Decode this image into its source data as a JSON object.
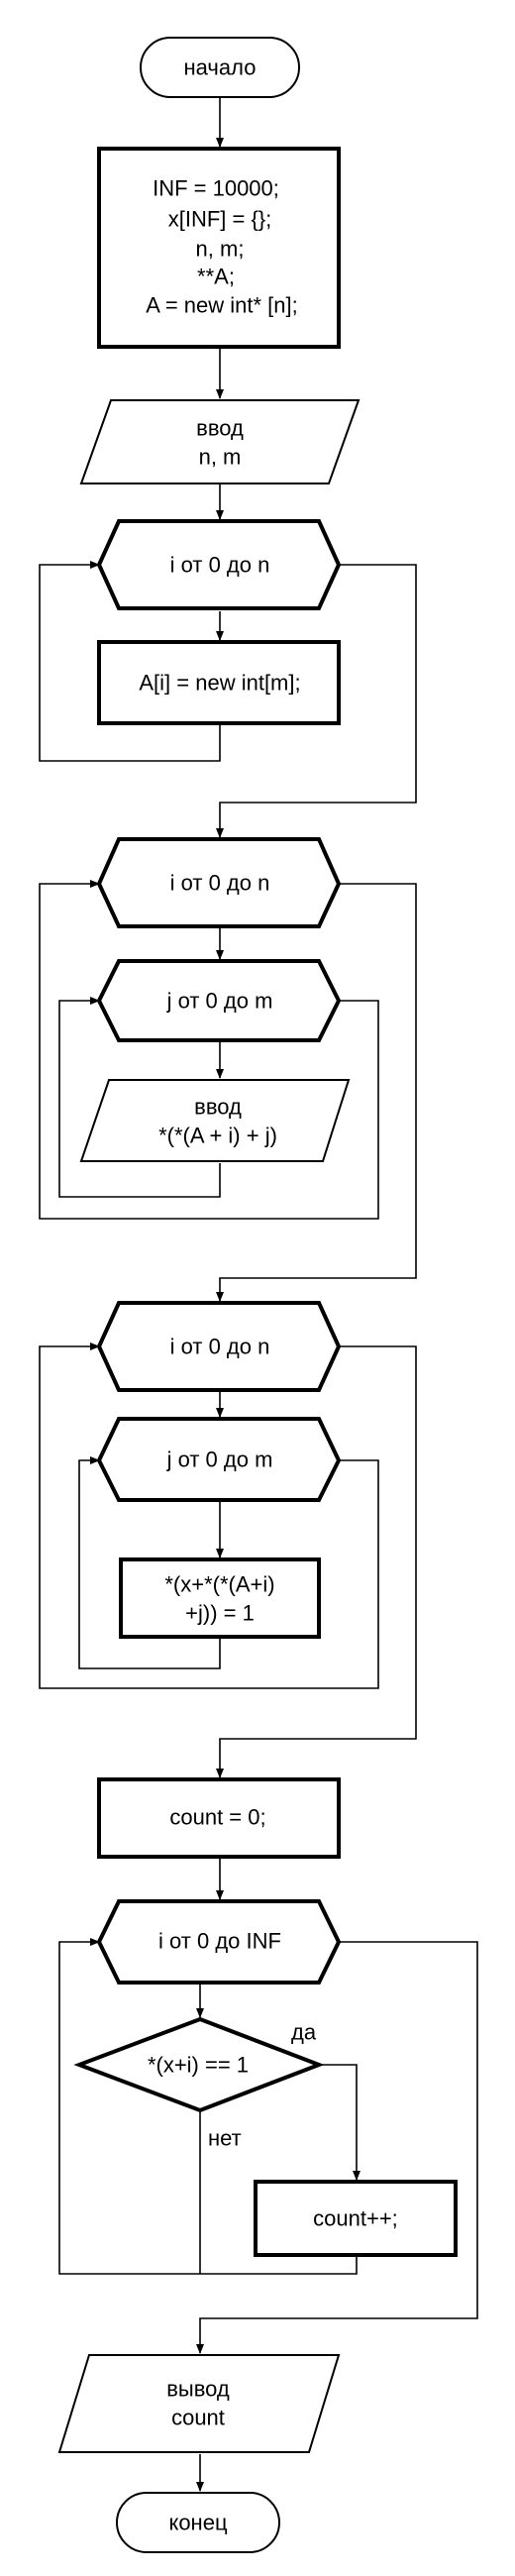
{
  "flowchart": {
    "start": "начало",
    "init": [
      "INF = 10000;",
      "x[INF] = {};",
      "n, m;",
      "**A;",
      "A = new int* [n];"
    ],
    "input_nm": [
      "ввод",
      "n, m"
    ],
    "loop1": "i от 0 до n",
    "alloc": "A[i] = new int[m];",
    "loop2_outer": "i от 0 до n",
    "loop2_inner": "j от 0 до m",
    "input_elem": [
      "ввод",
      "*(*(A + i) + j)"
    ],
    "loop3_outer": "i от 0 до n",
    "loop3_inner": "j от 0 до m",
    "assign": [
      "*(x+*(*(A+i)",
      "+j)) = 1"
    ],
    "count_init": "count = 0;",
    "loop4": "i от 0 до INF",
    "condition": "*(x+i) == 1",
    "label_yes": "да",
    "label_no": "нет",
    "increment": "count++;",
    "output": [
      "вывод",
      "count"
    ],
    "end": "конец"
  }
}
